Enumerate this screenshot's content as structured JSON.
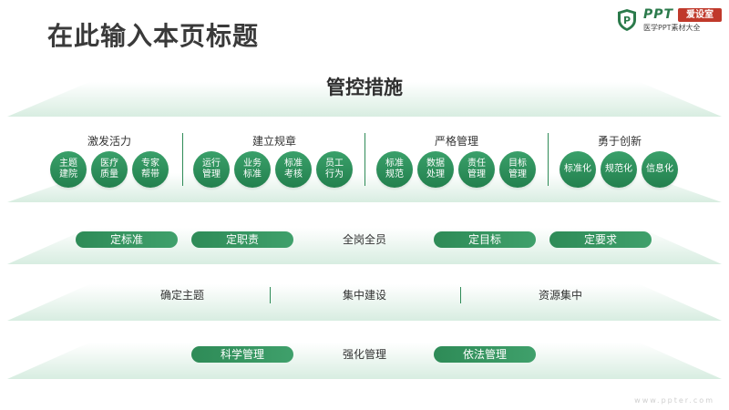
{
  "page": {
    "title": "在此输入本页标题"
  },
  "logo": {
    "brand": "PPT",
    "badge": "爱设室",
    "subtitle": "医学PPT素材大全",
    "shield_letter": "P"
  },
  "top": {
    "title": "管控措施"
  },
  "groups": [
    {
      "label": "激发活力",
      "items": [
        "主题\n建院",
        "医疗\n质量",
        "专家\n帮带"
      ]
    },
    {
      "label": "建立规章",
      "items": [
        "运行\n管理",
        "业务\n标准",
        "标准\n考核",
        "员工\n行为"
      ]
    },
    {
      "label": "严格管理",
      "items": [
        "标准\n规范",
        "数据\n处理",
        "责任\n管理",
        "目标\n管理"
      ]
    },
    {
      "label": "勇于创新",
      "items": [
        "标准化",
        "规范化",
        "信息化"
      ]
    }
  ],
  "row2": [
    "定标准",
    "定职责",
    "全岗全员",
    "定目标",
    "定要求"
  ],
  "row3": [
    "确定主题",
    "集中建设",
    "资源集中"
  ],
  "row4": [
    "科学管理",
    "强化管理",
    "依法管理"
  ],
  "watermark": "www.ppter.com",
  "colors": {
    "accent": "#2e8b57",
    "title": "#3a3a3a",
    "badge": "#c0392b"
  }
}
